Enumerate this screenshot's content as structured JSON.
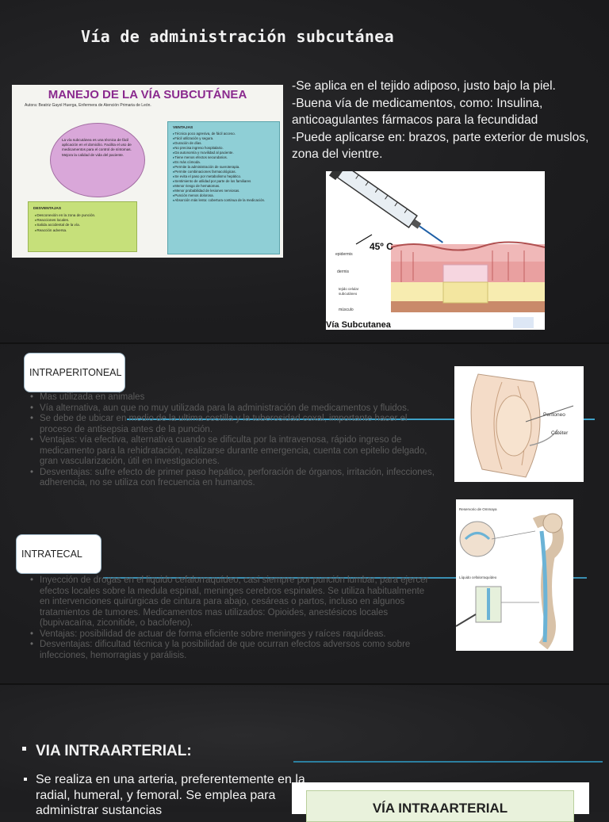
{
  "slide1": {
    "title": "Vía de administración subcutánea",
    "manejo": {
      "title": "MANEJO DE LA VÍA SUBCUTÁNEA",
      "author": "Autora: Beatriz Gayol Huerga, Enfermera de Atención Primaria de León.",
      "ellipse_text": "La vía subcutánea es una técnica de fácil aplicación en el domicilio. Facilita el uso de medicamentos para el control de síntomas. Mejora la calidad de vida del paciente.",
      "desventajas_title": "DESVENTAJAS",
      "desventajas": [
        "Desconexión en la zona de punción.",
        "Reacciones locales.",
        "Salida accidental de la vía.",
        "Reacción adversa."
      ],
      "ventajas_title": "VENTAJAS",
      "ventajas": [
        "Técnica poco agresiva, de fácil acceso.",
        "Fácil utilización y segura.",
        "Duración de días.",
        "No precisa ingreso hospitalario.",
        "Da autonomía y movilidad al paciente.",
        "Tiene menos efectos secundarios.",
        "Es más cómoda.",
        "Permite la administración de sueroterapia.",
        "Permite combinaciones farmacológicas.",
        "Se evita el paso por metabolismo hepático.",
        "Sentimiento de utilidad por parte de los familiares",
        "Menor riesgo de hematomas.",
        "Menor probabilidad de lesiones nerviosas.",
        "Punción menos dolorosa.",
        "Absorción más lenta: cobertura continua de la medicación."
      ]
    },
    "text_lines": [
      "-Se aplica en el tejido adiposo, justo bajo la piel.",
      "-Buena vía de medicamentos, como: Insulina, anticoagulantes fármacos para la fecundidad",
      "-Puede aplicarse en: brazos,  parte exterior de muslos, zona del vientre."
    ],
    "syringe": {
      "angle": "45º C",
      "caption": "Vía Subcutanea",
      "layers": [
        "epidermis",
        "dermis",
        "tejido celular subcutáneo",
        "músculo"
      ]
    }
  },
  "slide2": {
    "intraperitoneal": {
      "label": "INTRAPERITONEAL",
      "items": [
        "Mas utilizada en animales",
        "Vía alternativa, aun que no muy utilizada para la administración de medicamentos y fluidos.",
        "Se debe de ubicar en medio de la ultima costilla y la tuberosidad coxal, importante hacer el proceso de antisepsia antes de la punción.",
        "Ventajas: vía efectiva, alternativa cuando se dificulta por la intravenosa, rápido ingreso de medicamento para la rehidratación, realizarse durante emergencia, cuenta con epitelio delgado, gran vascularización, útil en investigaciones.",
        "Desventajas: sufre efecto de primer paso hepático, perforación de órganos, irritación, infecciones, adherencia, no se utiliza con frecuencia en humanos."
      ],
      "image_labels": [
        "Peritoneo",
        "Catéter"
      ]
    },
    "intratecal": {
      "label": "INTRATECAL",
      "items": [
        "Inyección de drogas en el liquido cefalorraquídeo, casi siempre por punción lumbar, para ejercer efectos locales sobre la medula espinal, meninges cerebros espinales. Se utiliza habitualmente en intervenciones quirúrgicas de cintura para abajo, cesáreas o partos, incluso en algunos tratamientos de tumores. Medicamentos mas utilizados: Opioides, anestésicos locales (bupivacaína, ziconitide, o baclofeno).",
        "Ventajas: posibilidad de actuar de forma eficiente sobre meninges y raíces raquídeas.",
        "Desventajas: dificultad técnica y la posibilidad de que ocurran efectos adversos como sobre infecciones, hemorragias y parálisis."
      ],
      "image_labels": [
        "Reservorio de Ommaya",
        "Líquido cefalorraquídeo"
      ]
    }
  },
  "slide3": {
    "heading": "VIA INTRAARTERIAL:",
    "text": "Se realiza en una arteria, preferentemente en la radial, humeral, y femoral. Se emplea para administrar sustancias",
    "card_title": "VÍA INTRAARTERIAL"
  }
}
